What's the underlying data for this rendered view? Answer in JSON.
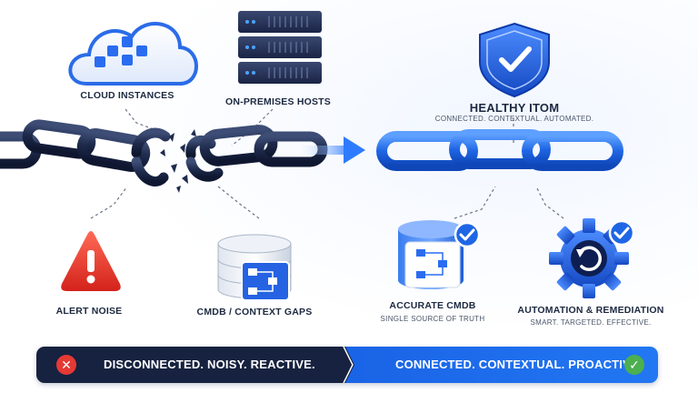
{
  "left": {
    "cloud_label": "CLOUD INSTANCES",
    "hosts_label": "ON-PREMISES HOSTS",
    "alert_label": "ALERT NOISE",
    "cmdb_label": "CMDB / CONTEXT GAPS"
  },
  "right": {
    "title": "HEALTHY ITOM",
    "subtitle": "CONNECTED. CONTEXTUAL. AUTOMATED.",
    "cmdb_label": "ACCURATE CMDB",
    "cmdb_sub": "SINGLE SOURCE OF TRUTH",
    "auto_label": "AUTOMATION & REMEDIATION",
    "auto_sub": "SMART. TARGETED. EFFECTIVE."
  },
  "banner": {
    "left_text": "DISCONNECTED. NOISY. REACTIVE.",
    "right_text": "CONNECTED. CONTEXTUAL. PROACTIVE.",
    "left_icon": "x-icon",
    "right_icon": "check-icon"
  },
  "colors": {
    "dark_chain": "#1f2b4d",
    "blue_chain": "#1f66e5",
    "alert_red": "#e8322b",
    "check_green": "#4caf50",
    "banner_dark": "#141f3d",
    "banner_blue": "#1a63e6"
  }
}
